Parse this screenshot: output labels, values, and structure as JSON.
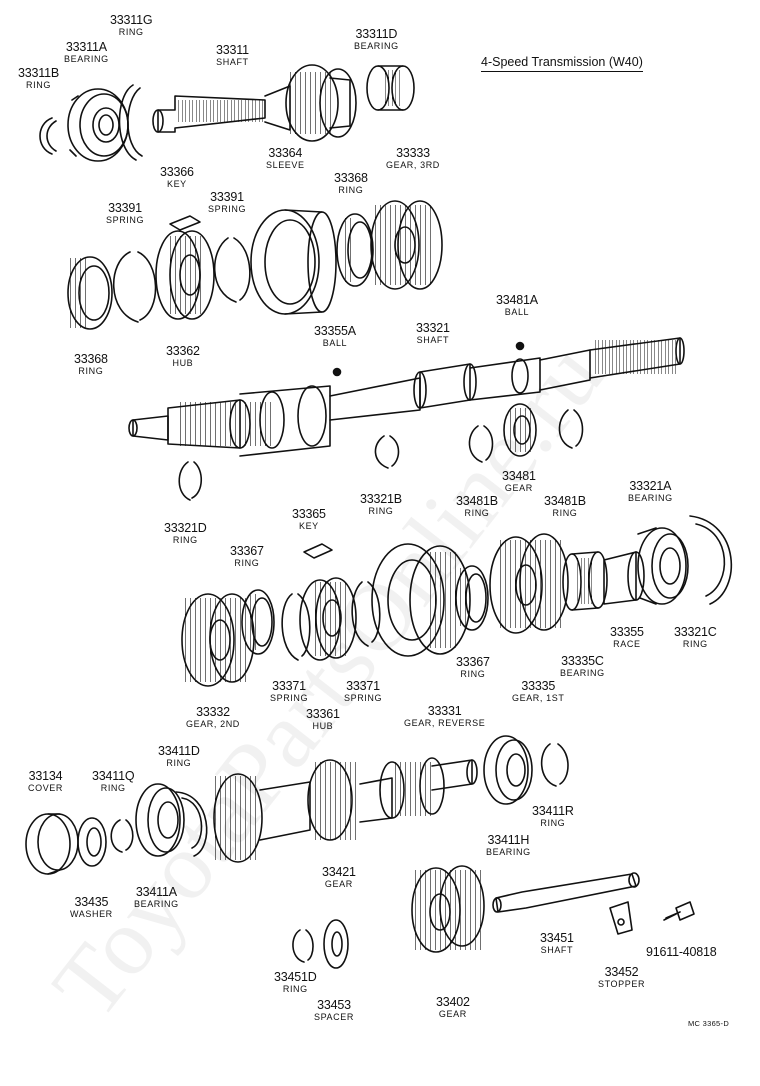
{
  "title": "4-Speed Transmission  (W40)",
  "diagram_code": "MC 3365-D",
  "watermark": "ToyotaPartsOnline.ru",
  "parts": [
    {
      "id": "33311g",
      "number": "33311G",
      "desc": "RING"
    },
    {
      "id": "33311a",
      "number": "33311A",
      "desc": "BEARING"
    },
    {
      "id": "33311b",
      "number": "33311B",
      "desc": "RING"
    },
    {
      "id": "33311",
      "number": "33311",
      "desc": "SHAFT"
    },
    {
      "id": "33311d",
      "number": "33311D",
      "desc": "BEARING"
    },
    {
      "id": "33364",
      "number": "33364",
      "desc": "SLEEVE"
    },
    {
      "id": "33333",
      "number": "33333",
      "desc": "GEAR, 3RD"
    },
    {
      "id": "33366",
      "number": "33366",
      "desc": "KEY"
    },
    {
      "id": "33368a",
      "number": "33368",
      "desc": "RING"
    },
    {
      "id": "33391a",
      "number": "33391",
      "desc": "SPRING"
    },
    {
      "id": "33391b",
      "number": "33391",
      "desc": "SPRING"
    },
    {
      "id": "33368b",
      "number": "33368",
      "desc": "RING"
    },
    {
      "id": "33362",
      "number": "33362",
      "desc": "HUB"
    },
    {
      "id": "33481a",
      "number": "33481A",
      "desc": "BALL"
    },
    {
      "id": "33355a",
      "number": "33355A",
      "desc": "BALL"
    },
    {
      "id": "33321",
      "number": "33321",
      "desc": "SHAFT"
    },
    {
      "id": "33481",
      "number": "33481",
      "desc": "GEAR"
    },
    {
      "id": "33321b",
      "number": "33321B",
      "desc": "RING"
    },
    {
      "id": "33481b",
      "number": "33481B",
      "desc": "RING"
    },
    {
      "id": "33481b2",
      "number": "33481B",
      "desc": "RING"
    },
    {
      "id": "33321d",
      "number": "33321D",
      "desc": "RING"
    },
    {
      "id": "33321a",
      "number": "33321A",
      "desc": "BEARING"
    },
    {
      "id": "33365",
      "number": "33365",
      "desc": "KEY"
    },
    {
      "id": "33367a",
      "number": "33367",
      "desc": "RING"
    },
    {
      "id": "33355",
      "number": "33355",
      "desc": "RACE"
    },
    {
      "id": "33321c",
      "number": "33321C",
      "desc": "RING"
    },
    {
      "id": "33335c",
      "number": "33335C",
      "desc": "BEARING"
    },
    {
      "id": "33367b",
      "number": "33367",
      "desc": "RING"
    },
    {
      "id": "33371a",
      "number": "33371",
      "desc": "SPRING"
    },
    {
      "id": "33371b",
      "number": "33371",
      "desc": "SPRING"
    },
    {
      "id": "33335",
      "number": "33335",
      "desc": "GEAR, 1ST"
    },
    {
      "id": "33332",
      "number": "33332",
      "desc": "GEAR, 2ND"
    },
    {
      "id": "33361",
      "number": "33361",
      "desc": "HUB"
    },
    {
      "id": "33331",
      "number": "33331",
      "desc": "GEAR, REVERSE"
    },
    {
      "id": "33411d",
      "number": "33411D",
      "desc": "RING"
    },
    {
      "id": "33134",
      "number": "33134",
      "desc": "COVER"
    },
    {
      "id": "33411q",
      "number": "33411Q",
      "desc": "RING"
    },
    {
      "id": "33411r",
      "number": "33411R",
      "desc": "RING"
    },
    {
      "id": "33411h",
      "number": "33411H",
      "desc": "BEARING"
    },
    {
      "id": "33421",
      "number": "33421",
      "desc": "GEAR"
    },
    {
      "id": "33435",
      "number": "33435",
      "desc": "WASHER"
    },
    {
      "id": "33411a",
      "number": "33411A",
      "desc": "BEARING"
    },
    {
      "id": "33451",
      "number": "33451",
      "desc": "SHAFT"
    },
    {
      "id": "33452",
      "number": "33452",
      "desc": "STOPPER"
    },
    {
      "id": "91611",
      "number": "91611-40818",
      "desc": ""
    },
    {
      "id": "33451d",
      "number": "33451D",
      "desc": "RING"
    },
    {
      "id": "33453",
      "number": "33453",
      "desc": "SPACER"
    },
    {
      "id": "33402",
      "number": "33402",
      "desc": "GEAR"
    }
  ]
}
